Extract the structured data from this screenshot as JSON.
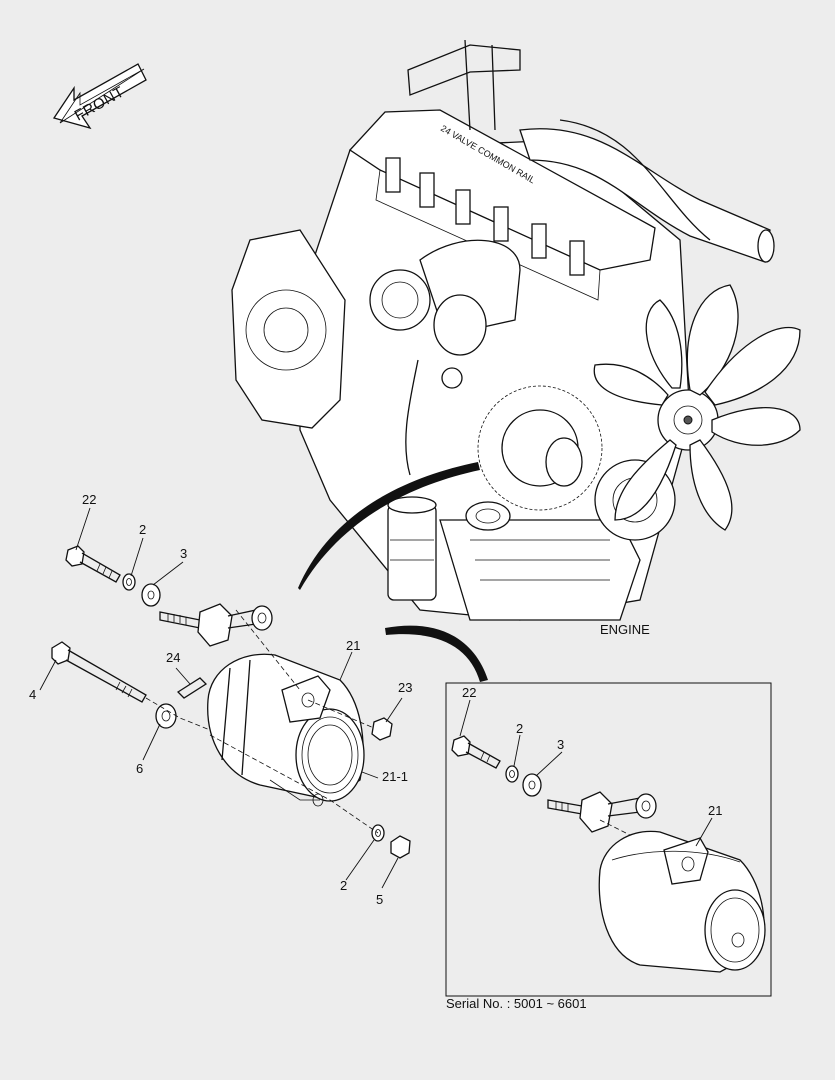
{
  "front_arrow": {
    "label": "FRONT"
  },
  "engine_caption": "ENGINE",
  "callouts_main": {
    "c22": "22",
    "c2a": "2",
    "c3": "3",
    "c21": "21",
    "c24": "24",
    "c23": "23",
    "c4": "4",
    "c6": "6",
    "c21_1": "21-1",
    "c2b": "2",
    "c5": "5"
  },
  "callouts_inset": {
    "c22": "22",
    "c2": "2",
    "c3": "3",
    "c21": "21"
  },
  "serial_note": "Serial No. : 5001 ~ 6601",
  "engine_cover_text": "24 VALVE COMMON RAIL"
}
